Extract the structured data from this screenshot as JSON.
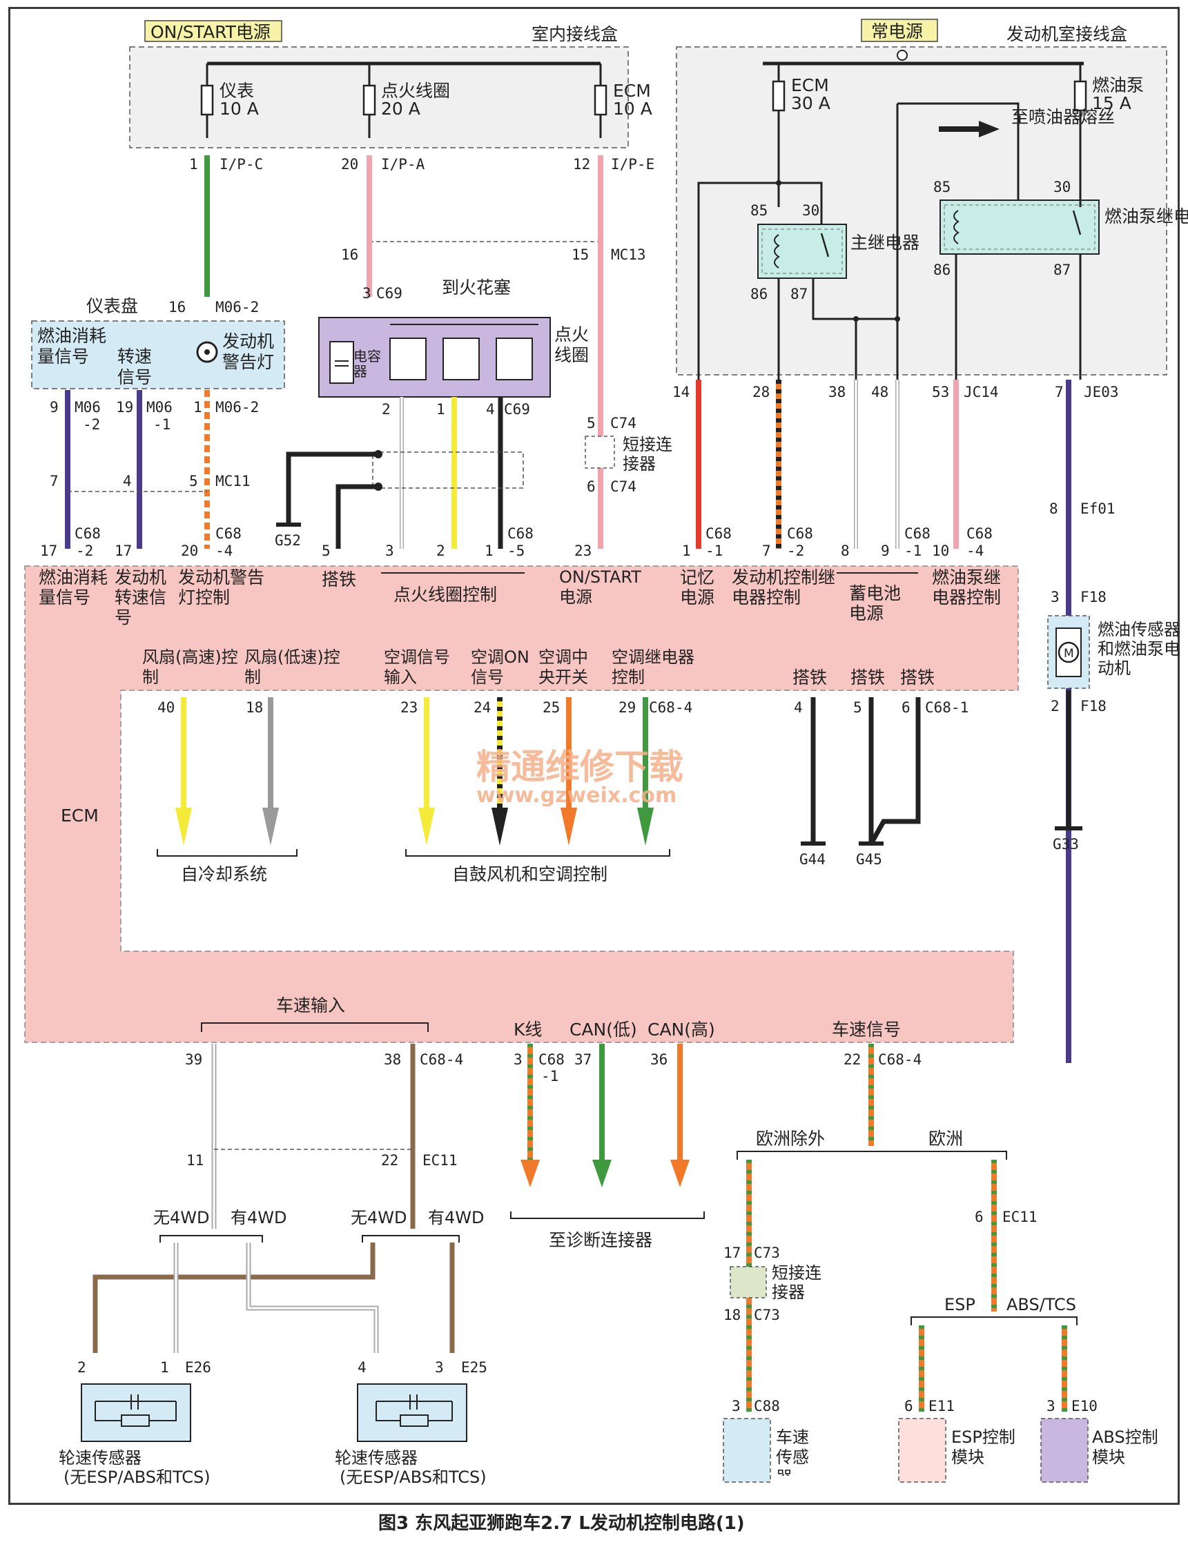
{
  "caption": "图3 东风起亚狮跑车2.7 L发动机控制电路(1)",
  "watermark": {
    "cn": "精通维修下载",
    "url": "www.gzweix.com"
  },
  "sources": {
    "on_start": "ON/START电源",
    "constant": "常电源"
  },
  "boxes": {
    "interior_fuse": "室内接线盒",
    "engine_fuse": "发动机室接线盒",
    "cluster": "仪表盘",
    "ecm": "ECM"
  },
  "fuses": [
    {
      "name": "仪表",
      "rating": "10 A"
    },
    {
      "name": "点火线圈",
      "rating": "20 A"
    },
    {
      "name": "ECM",
      "rating": "10 A"
    },
    {
      "name": "ECM",
      "rating": "30 A"
    },
    {
      "name": "燃油泵",
      "rating": "15 A"
    }
  ],
  "relays": {
    "main": "主继电器",
    "fuel_pump": "燃油泵继电器",
    "to_injector": "至喷油器熔丝",
    "main_pins": [
      "85",
      "30",
      "86",
      "87"
    ],
    "pump_pins": [
      "85",
      "30",
      "86",
      "87"
    ]
  },
  "connectors": {
    "ip_c": "I/P-C",
    "ip_a": "I/P-A",
    "ip_e": "I/P-E",
    "mc13": "MC13",
    "m062": "M06-2",
    "c69": "C69",
    "m06a": "M06",
    "m06a_sub": "-2",
    "m06b": "M06",
    "m06b_sub": "-1",
    "mc11": "MC11",
    "c74": "C74",
    "c68": "C68",
    "c68_1": "-1",
    "c68_2": "-2",
    "c68_4": "-4",
    "c68_5": "-5",
    "c68_4b": "C68-4",
    "c68_1b": "C68-1",
    "jc14": "JC14",
    "je03": "JE03",
    "ef01": "Ef01",
    "f18": "F18",
    "ec11": "EC11",
    "e26": "E26",
    "e25": "E25",
    "c73": "C73",
    "c88": "C88",
    "e11": "E11",
    "e10": "E10"
  },
  "pins": {
    "p1": "1",
    "p20": "20",
    "p12": "12",
    "p16": "16",
    "p15": "15",
    "p3": "3",
    "p16b": "16",
    "p9": "9",
    "p19": "19",
    "p1b": "1",
    "p7": "7",
    "p4": "4",
    "p5": "5",
    "p17": "17",
    "p17b": "17",
    "p20b": "20",
    "p2": "2",
    "p1c": "1",
    "p4b": "4",
    "p5b": "5",
    "p3b": "3",
    "p2b": "2",
    "p1d": "1",
    "p5c": "5",
    "p6": "6",
    "p23": "23",
    "p14": "14",
    "p28": "28",
    "p38": "38",
    "p48": "48",
    "p53": "53",
    "p7b": "7",
    "p1e": "1",
    "p7c": "7",
    "p8": "8",
    "p9b": "9",
    "p10": "10",
    "p8b": "8",
    "p3c": "3",
    "p2c": "2",
    "p40": "40",
    "p18": "18",
    "p23b": "23",
    "p24": "24",
    "p25": "25",
    "p29": "29",
    "p4c": "4",
    "p5d": "5",
    "p6b": "6",
    "p39": "39",
    "p38b": "38",
    "p3d": "3",
    "p37": "37",
    "p36": "36",
    "p22": "22",
    "p11": "11",
    "p22b": "22",
    "p2d": "2",
    "p1f": "1",
    "p4d": "4",
    "p3e": "3",
    "p6c": "6",
    "p17c": "17",
    "p18b": "18",
    "p3f": "3",
    "p6d": "6",
    "p3g": "3"
  },
  "grounds": {
    "g52": "G52",
    "g44": "G44",
    "g45": "G45",
    "g33": "G33"
  },
  "components": {
    "ign_coil": "点火线圈",
    "to_spark": "到火花塞",
    "capacitor": "电容器",
    "fuel_consume": "燃油消耗量信号",
    "speed_sig": "转速信号",
    "warn_lamp": "发动机警告灯",
    "short_conn": "短接连接器",
    "fuel_motor": "燃油传感器和燃油泵电动机",
    "wheel_sensor": "轮速传感器",
    "wheel_sensor_note": "(无ESP/ABS和TCS)",
    "vss": "车速传感器",
    "esp_module": "ESP控制模块",
    "abs_module": "ABS控制模块"
  },
  "ecm_labels": {
    "fuel": "燃油消耗量信号",
    "rpm": "发动机转速信号",
    "warn": "发动机警告灯控制",
    "ground": "搭铁",
    "ign_ctrl": "点火线圈控制",
    "on_start": "ON/START电源",
    "memory": "记忆电源",
    "main_relay": "发动机控制继电器控制",
    "battery": "蓄电池电源",
    "pump_relay": "燃油泵继电器控制",
    "fan_high": "风扇(高速)控制",
    "fan_low": "风扇(低速)控制",
    "ac_sig": "空调信号输入",
    "ac_on": "空调ON信号",
    "ac_center": "空调中央开关",
    "ac_relay": "空调继电器控制",
    "gnd1": "搭铁",
    "gnd2": "搭铁",
    "gnd3": "搭铁",
    "speed_in": "车速输入",
    "kline": "K线",
    "can_low": "CAN(低)",
    "can_high": "CAN(高)",
    "speed_sig": "车速信号"
  },
  "destinations": {
    "cooling": "自冷却系统",
    "blower": "自鼓风机和空调控制",
    "diag": "至诊断连接器"
  },
  "variants": {
    "no4wd": "无4WD",
    "with4wd": "有4WD",
    "no4wd2": "无4WD",
    "with4wd2": "有4WD",
    "non_eu": "欧洲除外",
    "eu": "欧洲",
    "esp": "ESP",
    "abs_tcs": "ABS/TCS"
  },
  "colors": {
    "green": "#3f9a3f",
    "pink": "#f2a3ad",
    "red": "#e33a2b",
    "orange": "#f07a2a",
    "purple": "#4a3a8a",
    "yellow": "#f4ea3a",
    "black": "#222222",
    "brown": "#8a6a4a",
    "gray": "#9a9a9a",
    "ecm_fill": "#f7c6c2"
  }
}
